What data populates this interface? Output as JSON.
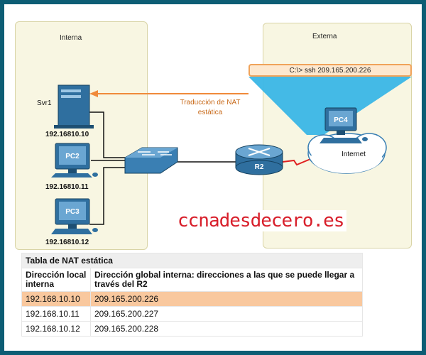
{
  "zones": {
    "inside_title": "Interna",
    "outside_title": "Externa"
  },
  "devices": {
    "svr1": {
      "label": "Svr1",
      "ip": "192.16810.10"
    },
    "pc2": {
      "label": "PC2",
      "ip": "192.16810.11"
    },
    "pc3": {
      "label": "PC3",
      "ip": "192.16810.12"
    },
    "r2": {
      "label": "R2"
    },
    "pc4": {
      "label": "PC4"
    },
    "internet": {
      "label": "Internet"
    }
  },
  "nat_label": {
    "line1": "Traducción de NAT",
    "line2": "estática"
  },
  "command": "C:\\> ssh 209.165.200.226",
  "watermark": "ccnadesdecero.es",
  "nat_table": {
    "caption": "Tabla de NAT estática",
    "headers": [
      "Dirección local interna",
      "Dirección global interna: direcciones a las que se puede llegar a través del R2"
    ],
    "rows": [
      [
        "192.168.10.10",
        "209.165.200.226"
      ],
      [
        "192.168.10.11",
        "209.165.200.227"
      ],
      [
        "192.168.10.12",
        "209.165.200.228"
      ]
    ],
    "highlight_row": 0
  },
  "colors": {
    "frame": "#0d5d74",
    "zone_bg": "#f8f6e2",
    "arrow": "#f08a3a",
    "highlight_row": "#f9c89e",
    "device_blue": "#2f6f9f",
    "serial_link": "#e02020"
  }
}
